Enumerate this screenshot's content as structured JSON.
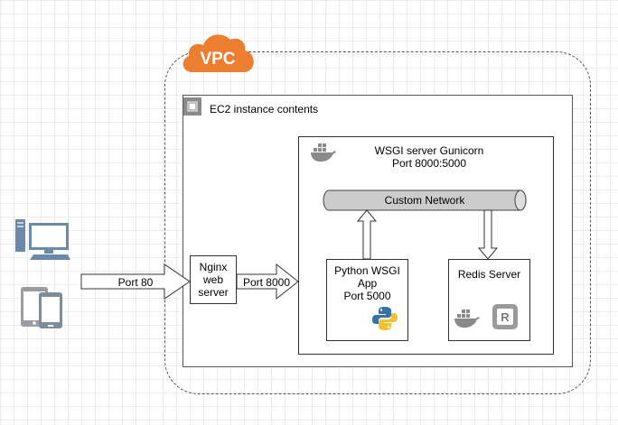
{
  "vpc": {
    "label": "VPC",
    "color": "#ed7d31"
  },
  "ec2": {
    "label": "EC2 instance contents",
    "icon": "chip-icon"
  },
  "gunicorn": {
    "title_line1": "WSGI server Gunicorn",
    "title_line2": "Port 8000:5000",
    "icon": "docker-icon"
  },
  "network": {
    "label": "Custom Network"
  },
  "nginx": {
    "line1": "Nginx",
    "line2": "web",
    "line3": "server"
  },
  "python_app": {
    "line1": "Python WSGI",
    "line2": "App",
    "line3": "Port 5000",
    "icon": "python-icon"
  },
  "redis": {
    "label": "Redis Server",
    "icon": "redis-icon",
    "docker_icon": "docker-icon"
  },
  "arrows": {
    "port80": "Port 80",
    "port8000": "Port 8000"
  },
  "clients": {
    "desktop_icon": "desktop-icon",
    "mobile_icon": "mobile-devices-icon"
  }
}
